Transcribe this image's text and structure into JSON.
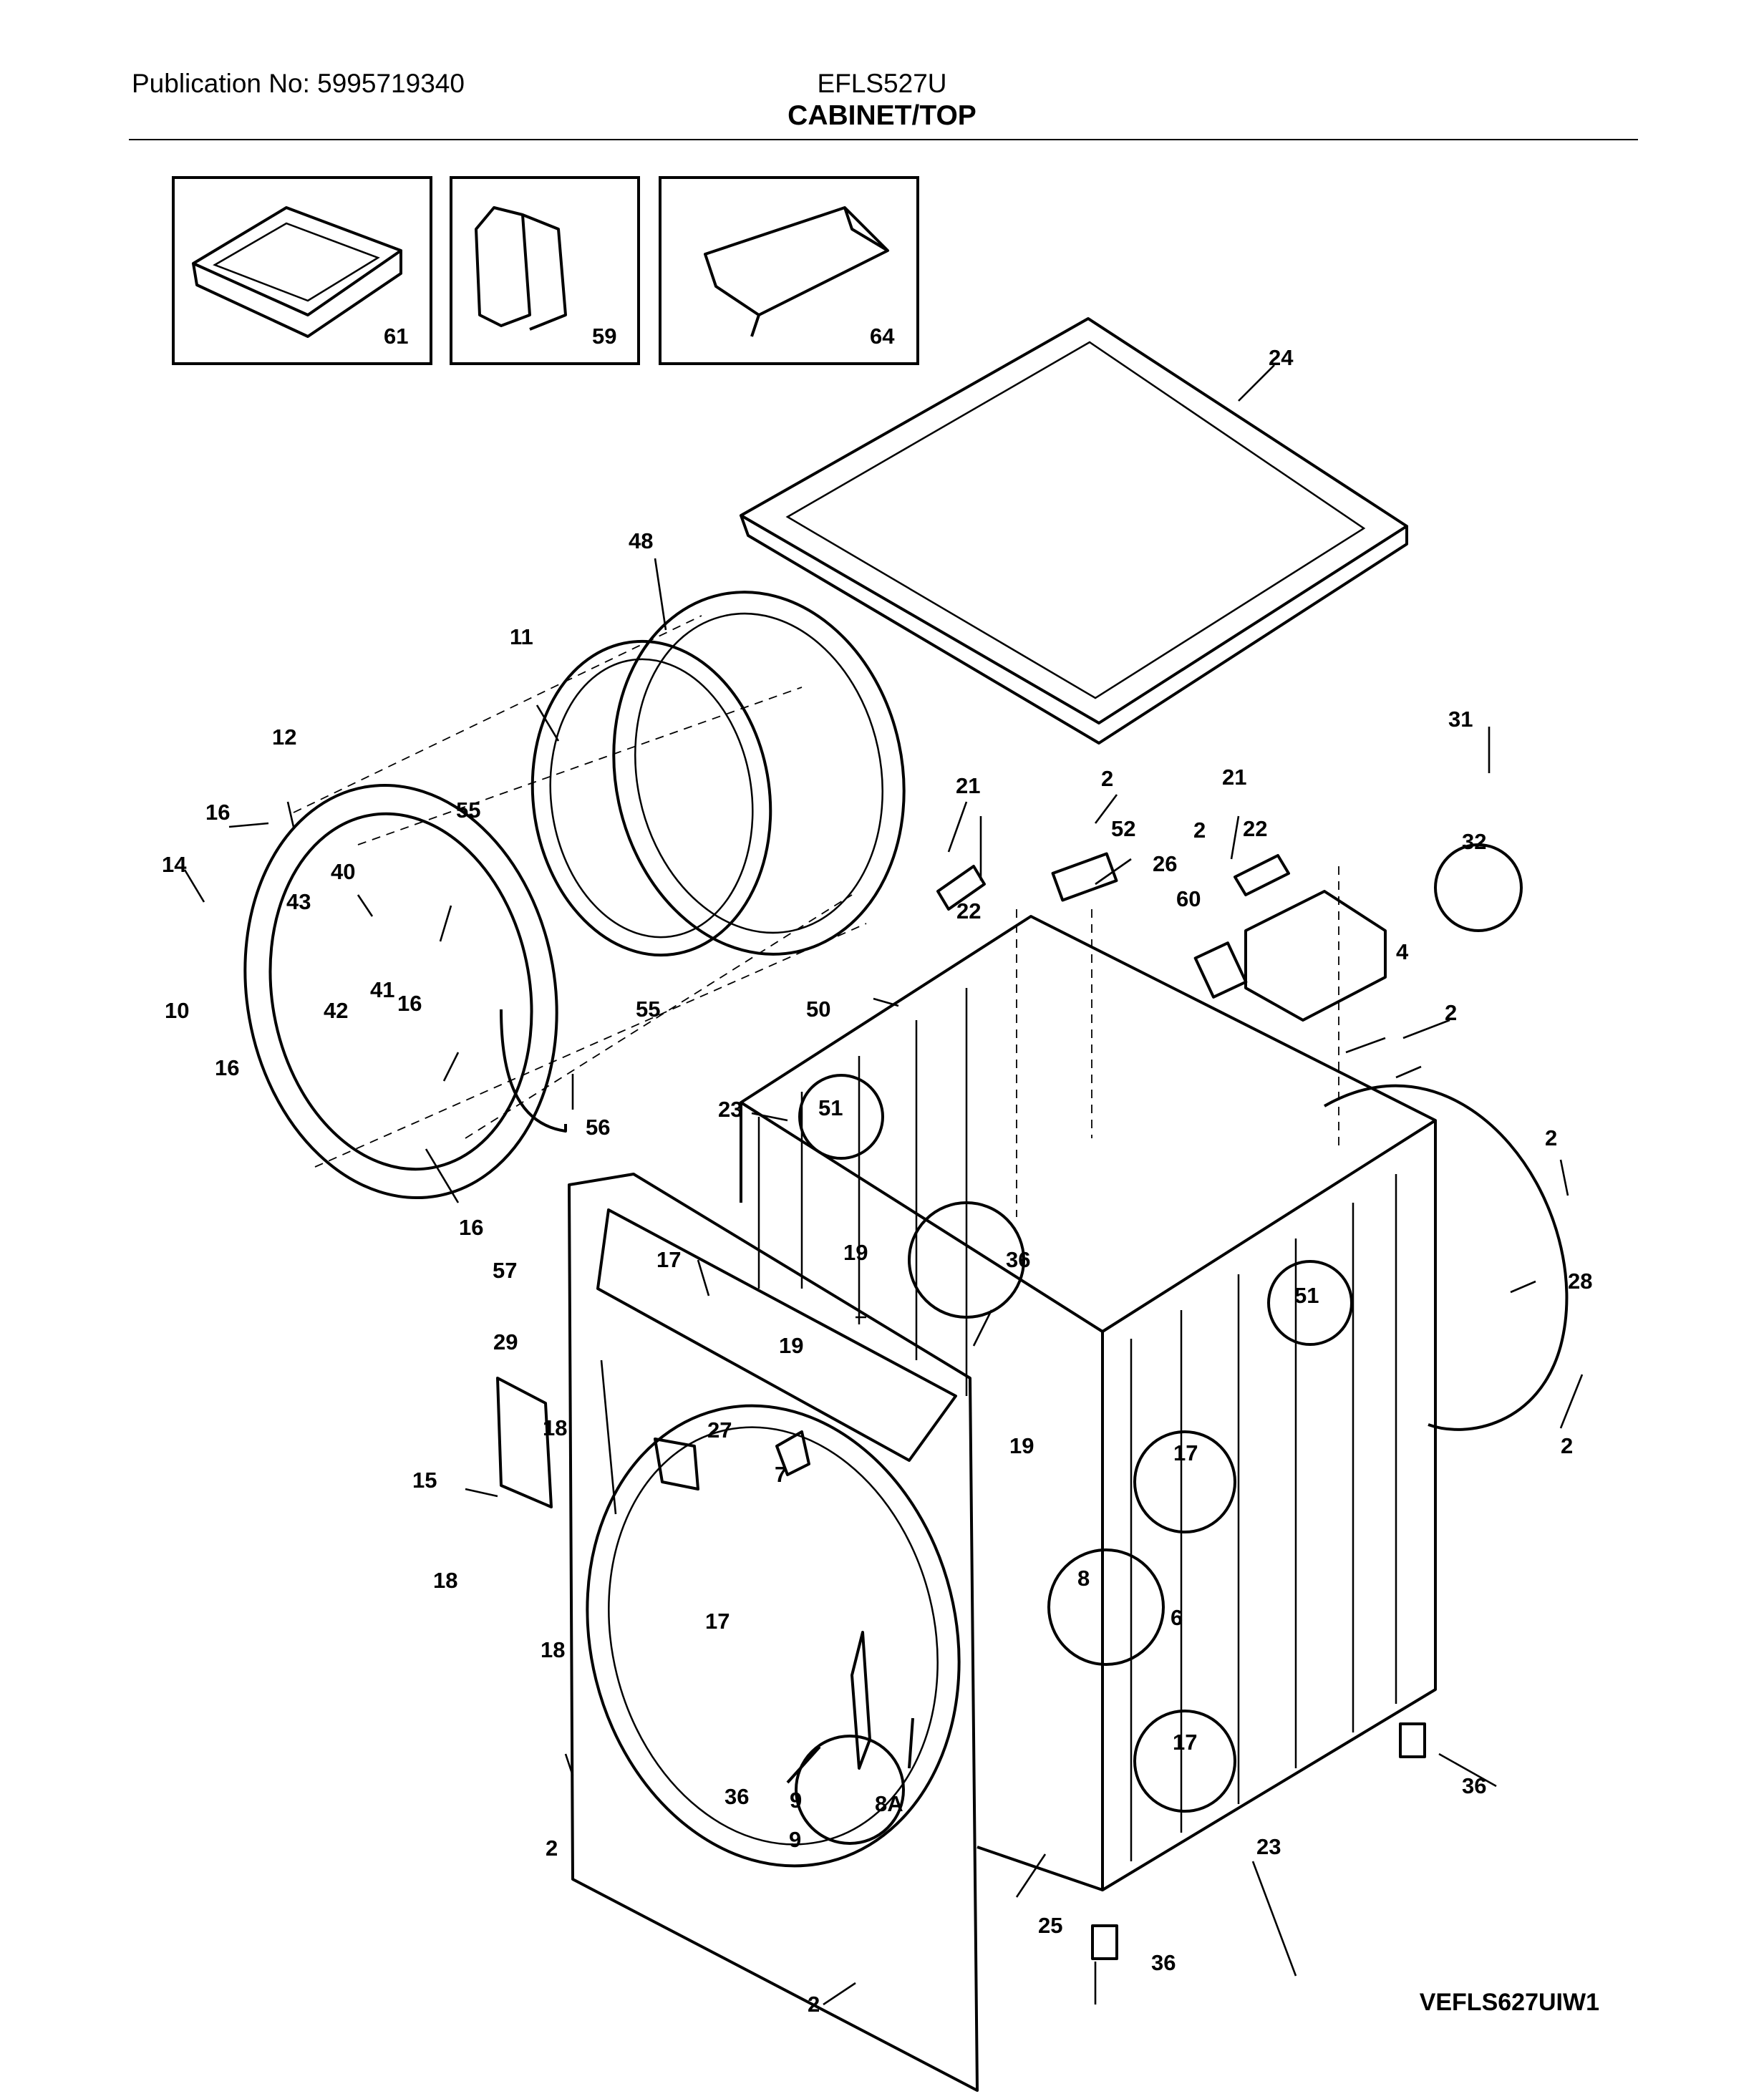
{
  "header": {
    "publication": "Publication No: 5995719340",
    "model": "EFLS527U",
    "title": "CABINET/TOP"
  },
  "footer": {
    "diagram_code": "VEFLS627UIW1"
  },
  "inset_labels": [
    "61",
    "59",
    "64"
  ],
  "callouts": [
    "24",
    "48",
    "11",
    "12",
    "16",
    "55",
    "14",
    "40",
    "43",
    "10",
    "42",
    "41",
    "16",
    "55",
    "16",
    "56",
    "16",
    "57",
    "21",
    "22",
    "2",
    "52",
    "26",
    "2",
    "21",
    "22",
    "60",
    "31",
    "32",
    "4",
    "2",
    "50",
    "51",
    "23",
    "2",
    "28",
    "51",
    "36",
    "17",
    "19",
    "29",
    "19",
    "19",
    "2",
    "18",
    "27",
    "7",
    "17",
    "15",
    "18",
    "8",
    "6",
    "17",
    "18",
    "17",
    "36",
    "9",
    "8A",
    "9",
    "36",
    "23",
    "2",
    "25",
    "36",
    "2"
  ]
}
